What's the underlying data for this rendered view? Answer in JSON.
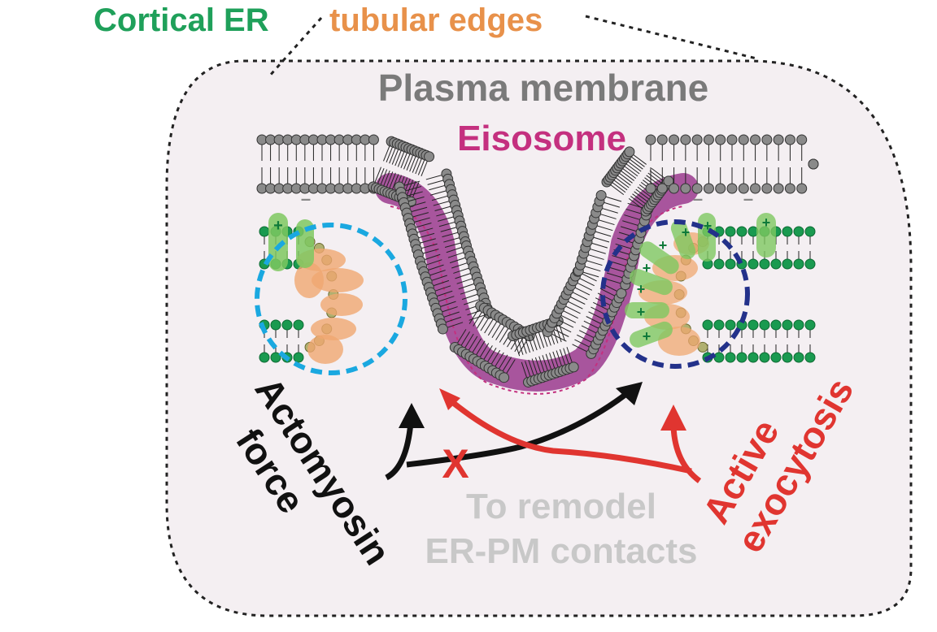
{
  "title": {
    "part1": "Cortical ER",
    "part2": "tubular edges",
    "color1": "#1fa05a",
    "color2": "#e8914a"
  },
  "labels": {
    "plasma_membrane": "Plasma membrane",
    "eisosome": "Eisosome",
    "actomyosin_line1": "Actomyosin",
    "actomyosin_line2": "force",
    "exocytosis_line1": "Active",
    "exocytosis_line2": "exocytosis",
    "remodel_line1": "To remodel",
    "remodel_line2": "ER-PM contacts",
    "cross_mark": "X",
    "plus_sign": "+",
    "minus_sign": "–"
  },
  "colors": {
    "cell_fill": "#f4eff2",
    "membrane_head": "#8a8a8a",
    "er_head": "#1a9a50",
    "eisosome": "#9a3a8e",
    "eisosome_label": "#c4307f",
    "orange_protein": "#f0a870",
    "green_protein": "#7ec860",
    "circle_left": "#1aa8e0",
    "circle_right": "#23318a",
    "arrow_black": "#111111",
    "arrow_red": "#e03530",
    "gray_text": "#c8c8c8",
    "plasma_label": "#7a7a7a"
  }
}
